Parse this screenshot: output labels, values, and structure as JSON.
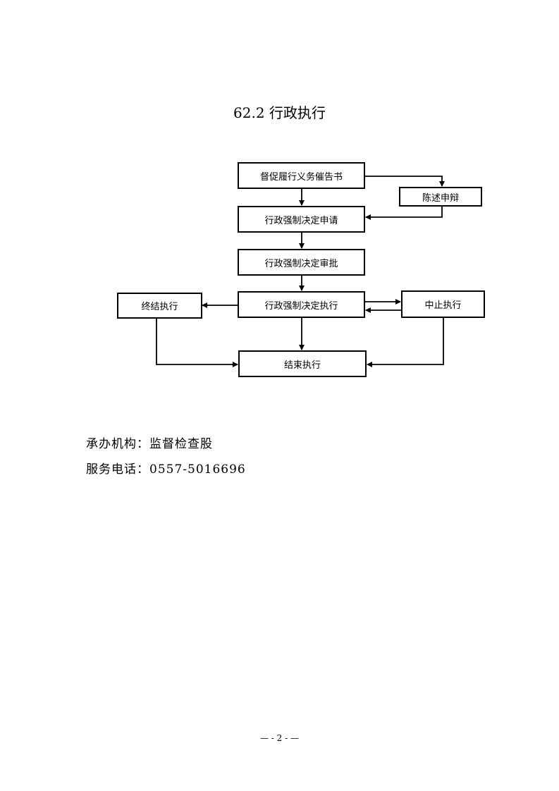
{
  "title": "62.2 行政执行",
  "flowchart": {
    "notice": "督促履行义务催告书",
    "statement": "陈述申辩",
    "apply": "行政强制决定申请",
    "approve": "行政强制决定审批",
    "execute": "行政强制决定执行",
    "terminate": "终结执行",
    "suspend": "中止执行",
    "finish": "结束执行"
  },
  "info": {
    "agency": "承办机构：监督检查股",
    "phone": "服务电话：0557-5016696"
  },
  "page_number": "— - 2 - —"
}
